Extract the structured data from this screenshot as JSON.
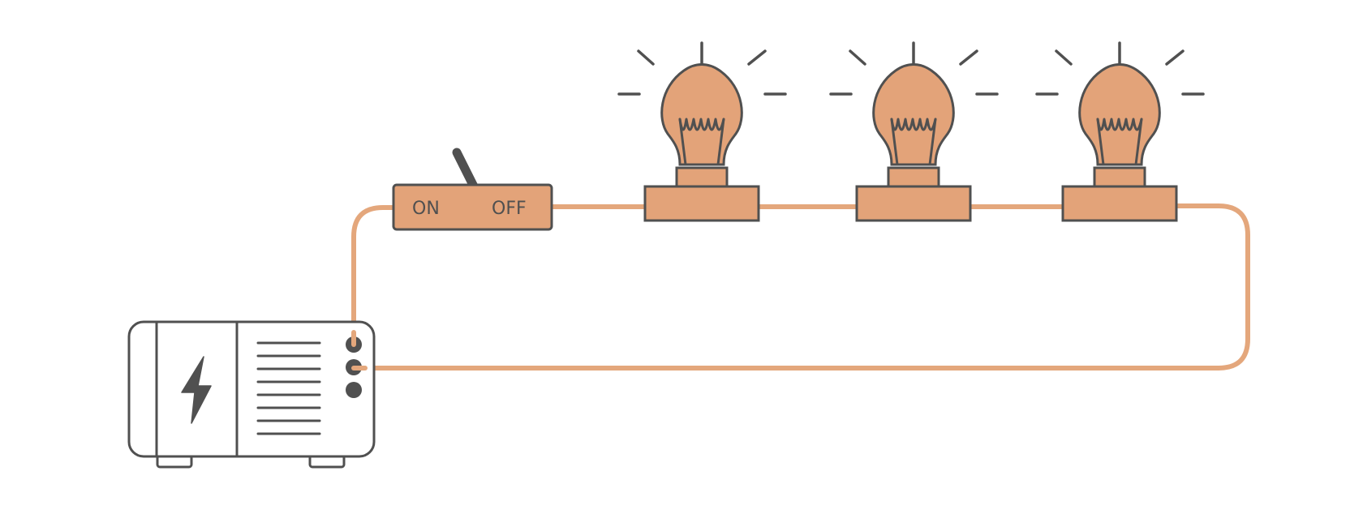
{
  "colors": {
    "wire": "#e4a77c",
    "fill": "#e3a379",
    "stroke": "#505050",
    "background": "#ffffff"
  },
  "switch": {
    "on_label": "ON",
    "off_label": "OFF"
  },
  "bulbs": [
    {
      "name": "bulb-1"
    },
    {
      "name": "bulb-2"
    },
    {
      "name": "bulb-3"
    }
  ],
  "power_supply": {
    "icon": "lightning-bolt-icon",
    "terminals": 3,
    "vent_lines": 8
  }
}
